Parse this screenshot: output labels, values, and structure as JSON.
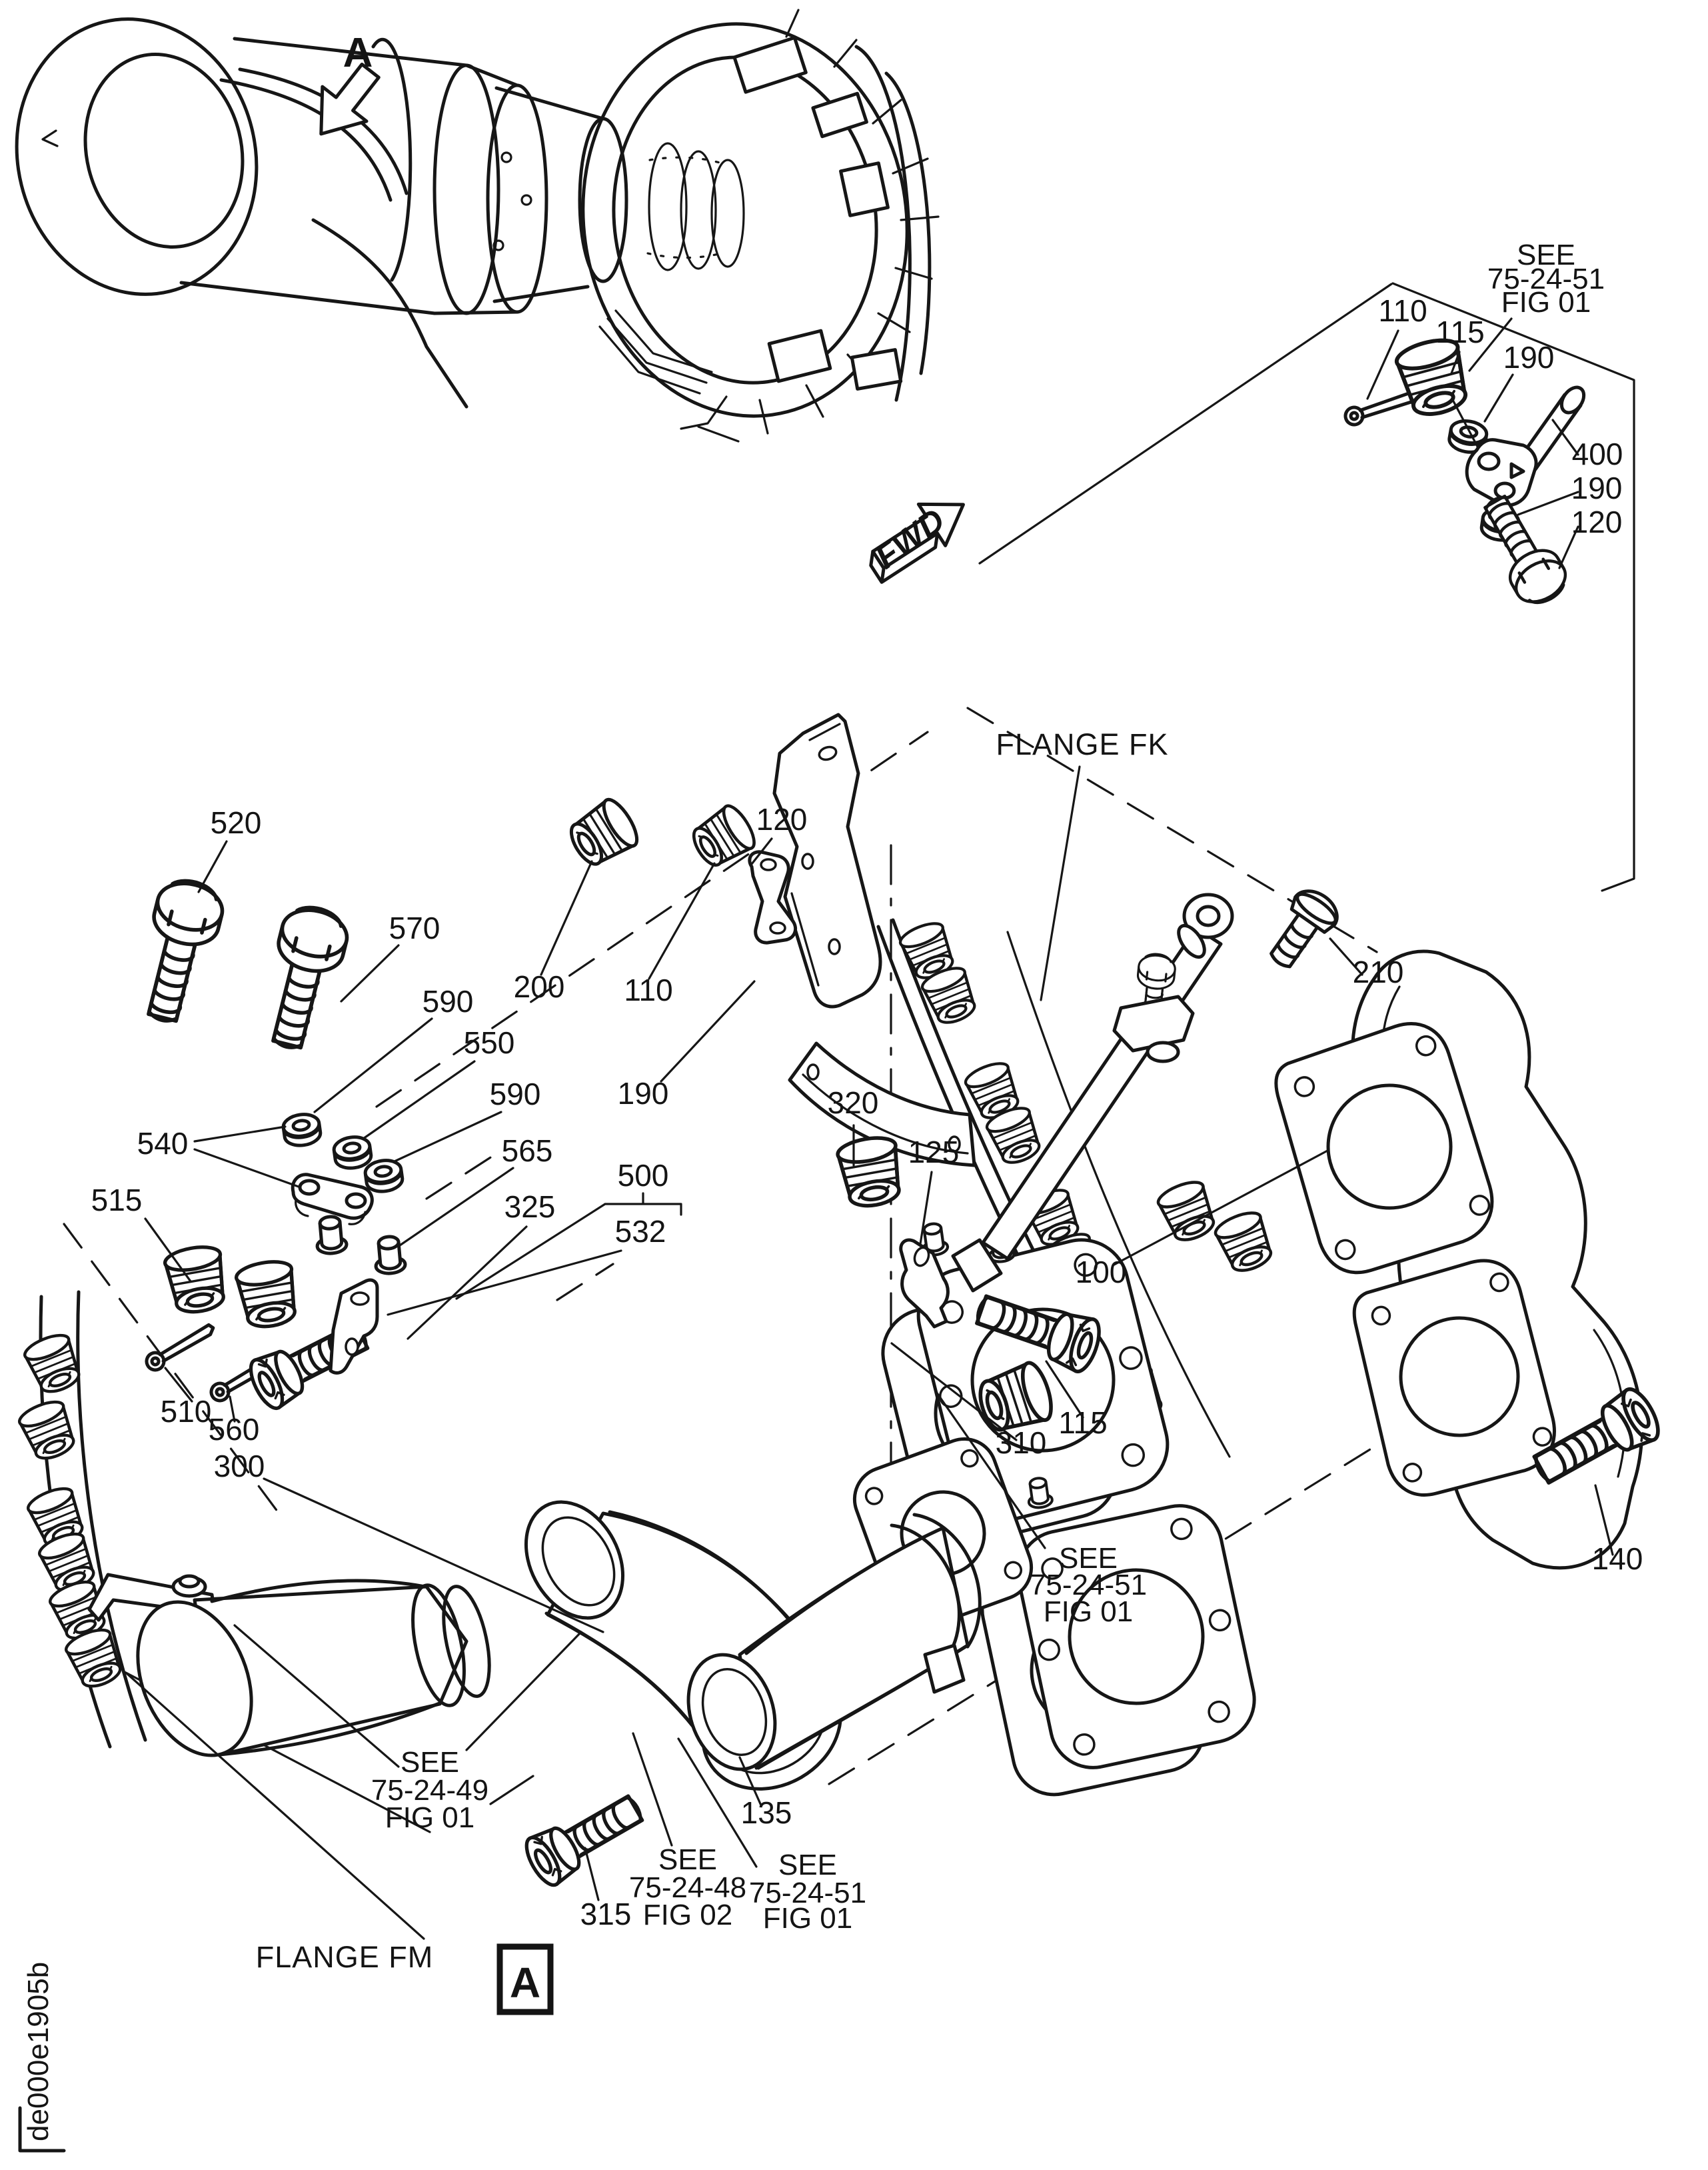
{
  "document": {
    "code": "de000e1905b"
  },
  "markers": {
    "detail_arrow_letter": "A",
    "detail_box_letter": "A",
    "fwd_arrow": "FWD"
  },
  "flanges": {
    "fk": "FLANGE FK",
    "fm": "FLANGE FM"
  },
  "part_labels": [
    {
      "text": "520"
    },
    {
      "text": "570"
    },
    {
      "text": "590"
    },
    {
      "text": "550"
    },
    {
      "text": "590"
    },
    {
      "text": "565"
    },
    {
      "text": "540"
    },
    {
      "text": "515"
    },
    {
      "text": "500"
    },
    {
      "text": "325"
    },
    {
      "text": "532"
    },
    {
      "text": "510"
    },
    {
      "text": "560"
    },
    {
      "text": "300"
    },
    {
      "text": "200"
    },
    {
      "text": "110"
    },
    {
      "text": "190"
    },
    {
      "text": "120"
    },
    {
      "text": "320"
    },
    {
      "text": "125"
    },
    {
      "text": "110"
    },
    {
      "text": "115"
    },
    {
      "text": "190"
    },
    {
      "text": "400"
    },
    {
      "text": "190"
    },
    {
      "text": "120"
    },
    {
      "text": "210"
    },
    {
      "text": "100"
    },
    {
      "text": "310"
    },
    {
      "text": "115"
    },
    {
      "text": "140"
    },
    {
      "text": "135"
    },
    {
      "text": "315"
    }
  ],
  "see_refs": [
    {
      "l1": "SEE",
      "l2": "75-24-51",
      "l3": "FIG 01"
    },
    {
      "l1": "SEE",
      "l2": "75-24-51",
      "l3": "FIG 01"
    },
    {
      "l1": "SEE",
      "l2": "75-24-49",
      "l3": "FIG 01"
    },
    {
      "l1": "SEE",
      "l2": "75-24-48",
      "l3": "FIG 02"
    },
    {
      "l1": "SEE",
      "l2": "75-24-51",
      "l3": "FIG 01"
    }
  ],
  "colors": {
    "ink": "#161616",
    "paper": "#ffffff"
  }
}
